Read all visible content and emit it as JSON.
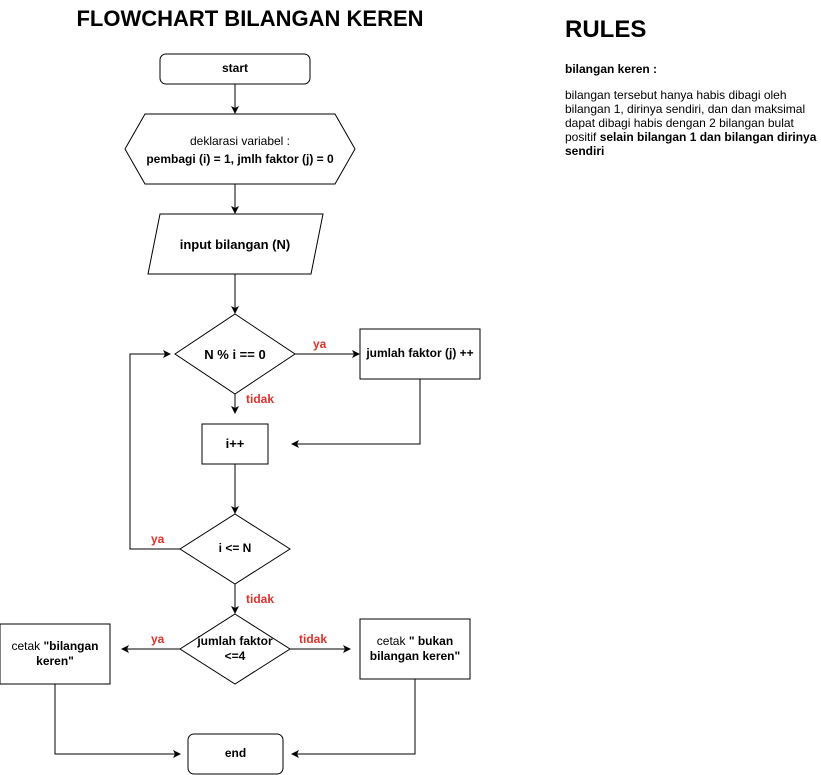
{
  "title": "FLOWCHART BILANGAN KEREN",
  "rules": {
    "heading": "RULES",
    "subheading": "bilangan keren :",
    "text_plain": "bilangan tersebut hanya habis dibagi oleh bilangan 1, dirinya sendiri, dan dan maksimal dapat dibagi habis dengan 2 bilangan bulat positif ",
    "text_bold": "selain bilangan 1 dan bilangan dirinya sendiri"
  },
  "nodes": {
    "start": "start",
    "declare_line1": "deklarasi variabel :",
    "declare_line2": "pembagi (i) = 1, jmlh faktor (j) = 0",
    "input": "input bilangan (N)",
    "decision_mod": "N % i == 0",
    "increment_j": "jumlah faktor (j) ++",
    "increment_i": "i++",
    "decision_le": "i  <= N",
    "decision_factor_line1": "jumlah faktor",
    "decision_factor_line2": "<=4",
    "print_keren_prefix": "cetak ",
    "print_keren_bold": "\"bilangan keren\"",
    "print_bukan_prefix": "cetak ",
    "print_bukan_bold": "\" bukan bilangan keren\"",
    "end": "end"
  },
  "edge_labels": {
    "mod_yes": "ya",
    "mod_no": "tidak",
    "le_yes": "ya",
    "le_no": "tidak",
    "factor_yes": "ya",
    "factor_no": "tidak"
  },
  "colors": {
    "edge_label": "#e0312b",
    "stroke": "#000000"
  }
}
